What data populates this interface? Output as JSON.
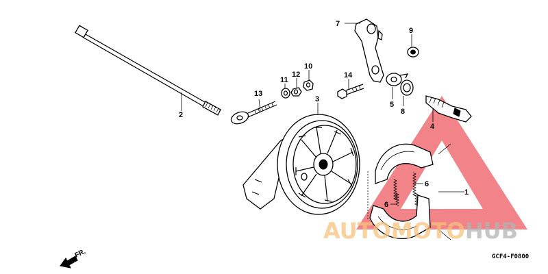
{
  "callouts": {
    "c1": "1",
    "c2": "2",
    "c3": "3",
    "c4": "4",
    "c5": "5",
    "c6a": "6",
    "c6b": "6",
    "c7": "7",
    "c8": "8",
    "c9": "9",
    "c10": "10",
    "c11": "11",
    "c12": "12",
    "c13": "13",
    "c14": "14"
  },
  "direction_label": "FR.",
  "diagram_code": "GCF4-F0800",
  "watermark": {
    "part1": "AUTO",
    "part2": "MOTO",
    "part3": "HUB",
    "colors": {
      "triangle": "#e8202a",
      "orange": "#f6c27c",
      "gray": "#b3b3b3"
    }
  }
}
